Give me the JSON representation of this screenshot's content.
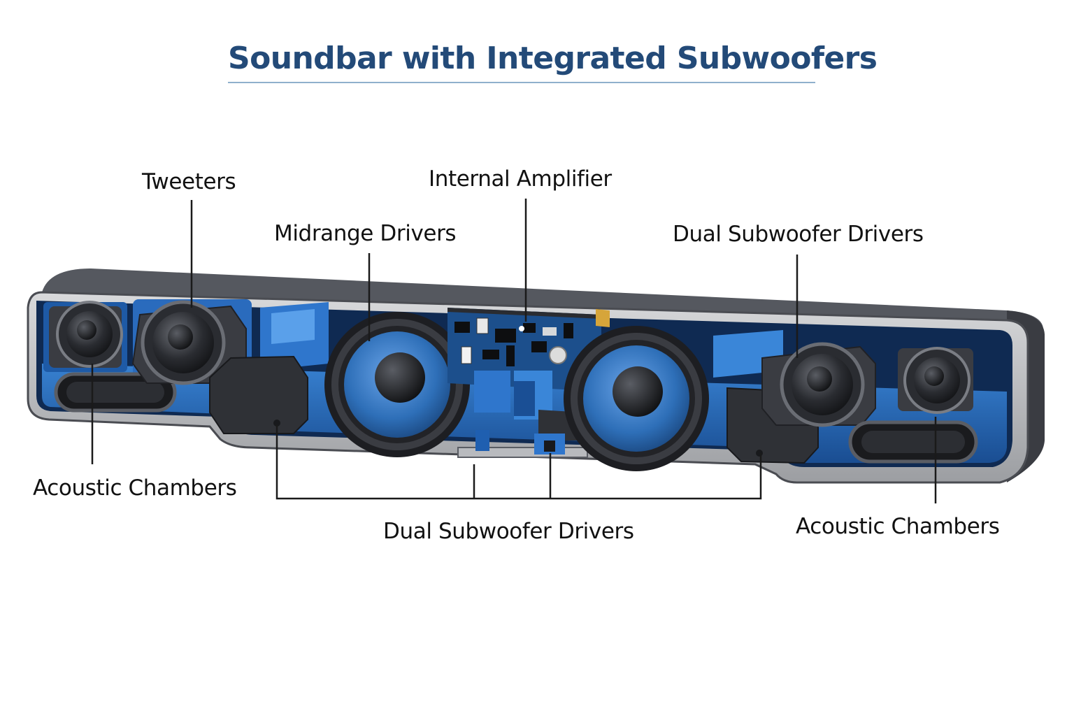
{
  "title": "Soundbar with Integrated Subwoofers",
  "labels": {
    "tweeters": "Tweeters",
    "internal_amplifier": "Internal Amplifier",
    "midrange_drivers": "Midrange Drivers",
    "dual_subwoofer_top": "Dual Subwoofer Drivers",
    "acoustic_chambers_left": "Acoustic Chambers",
    "dual_subwoofer_bottom": "Dual Subwoofer Drivers",
    "acoustic_chambers_right": "Acoustic Chambers"
  },
  "colors": {
    "title": "#234a78",
    "housing": "#4a4d54",
    "interior_blue": "#1f5fb0",
    "driver_cone": "#2e6fb8",
    "circuit_board": "#1c4f8c"
  }
}
